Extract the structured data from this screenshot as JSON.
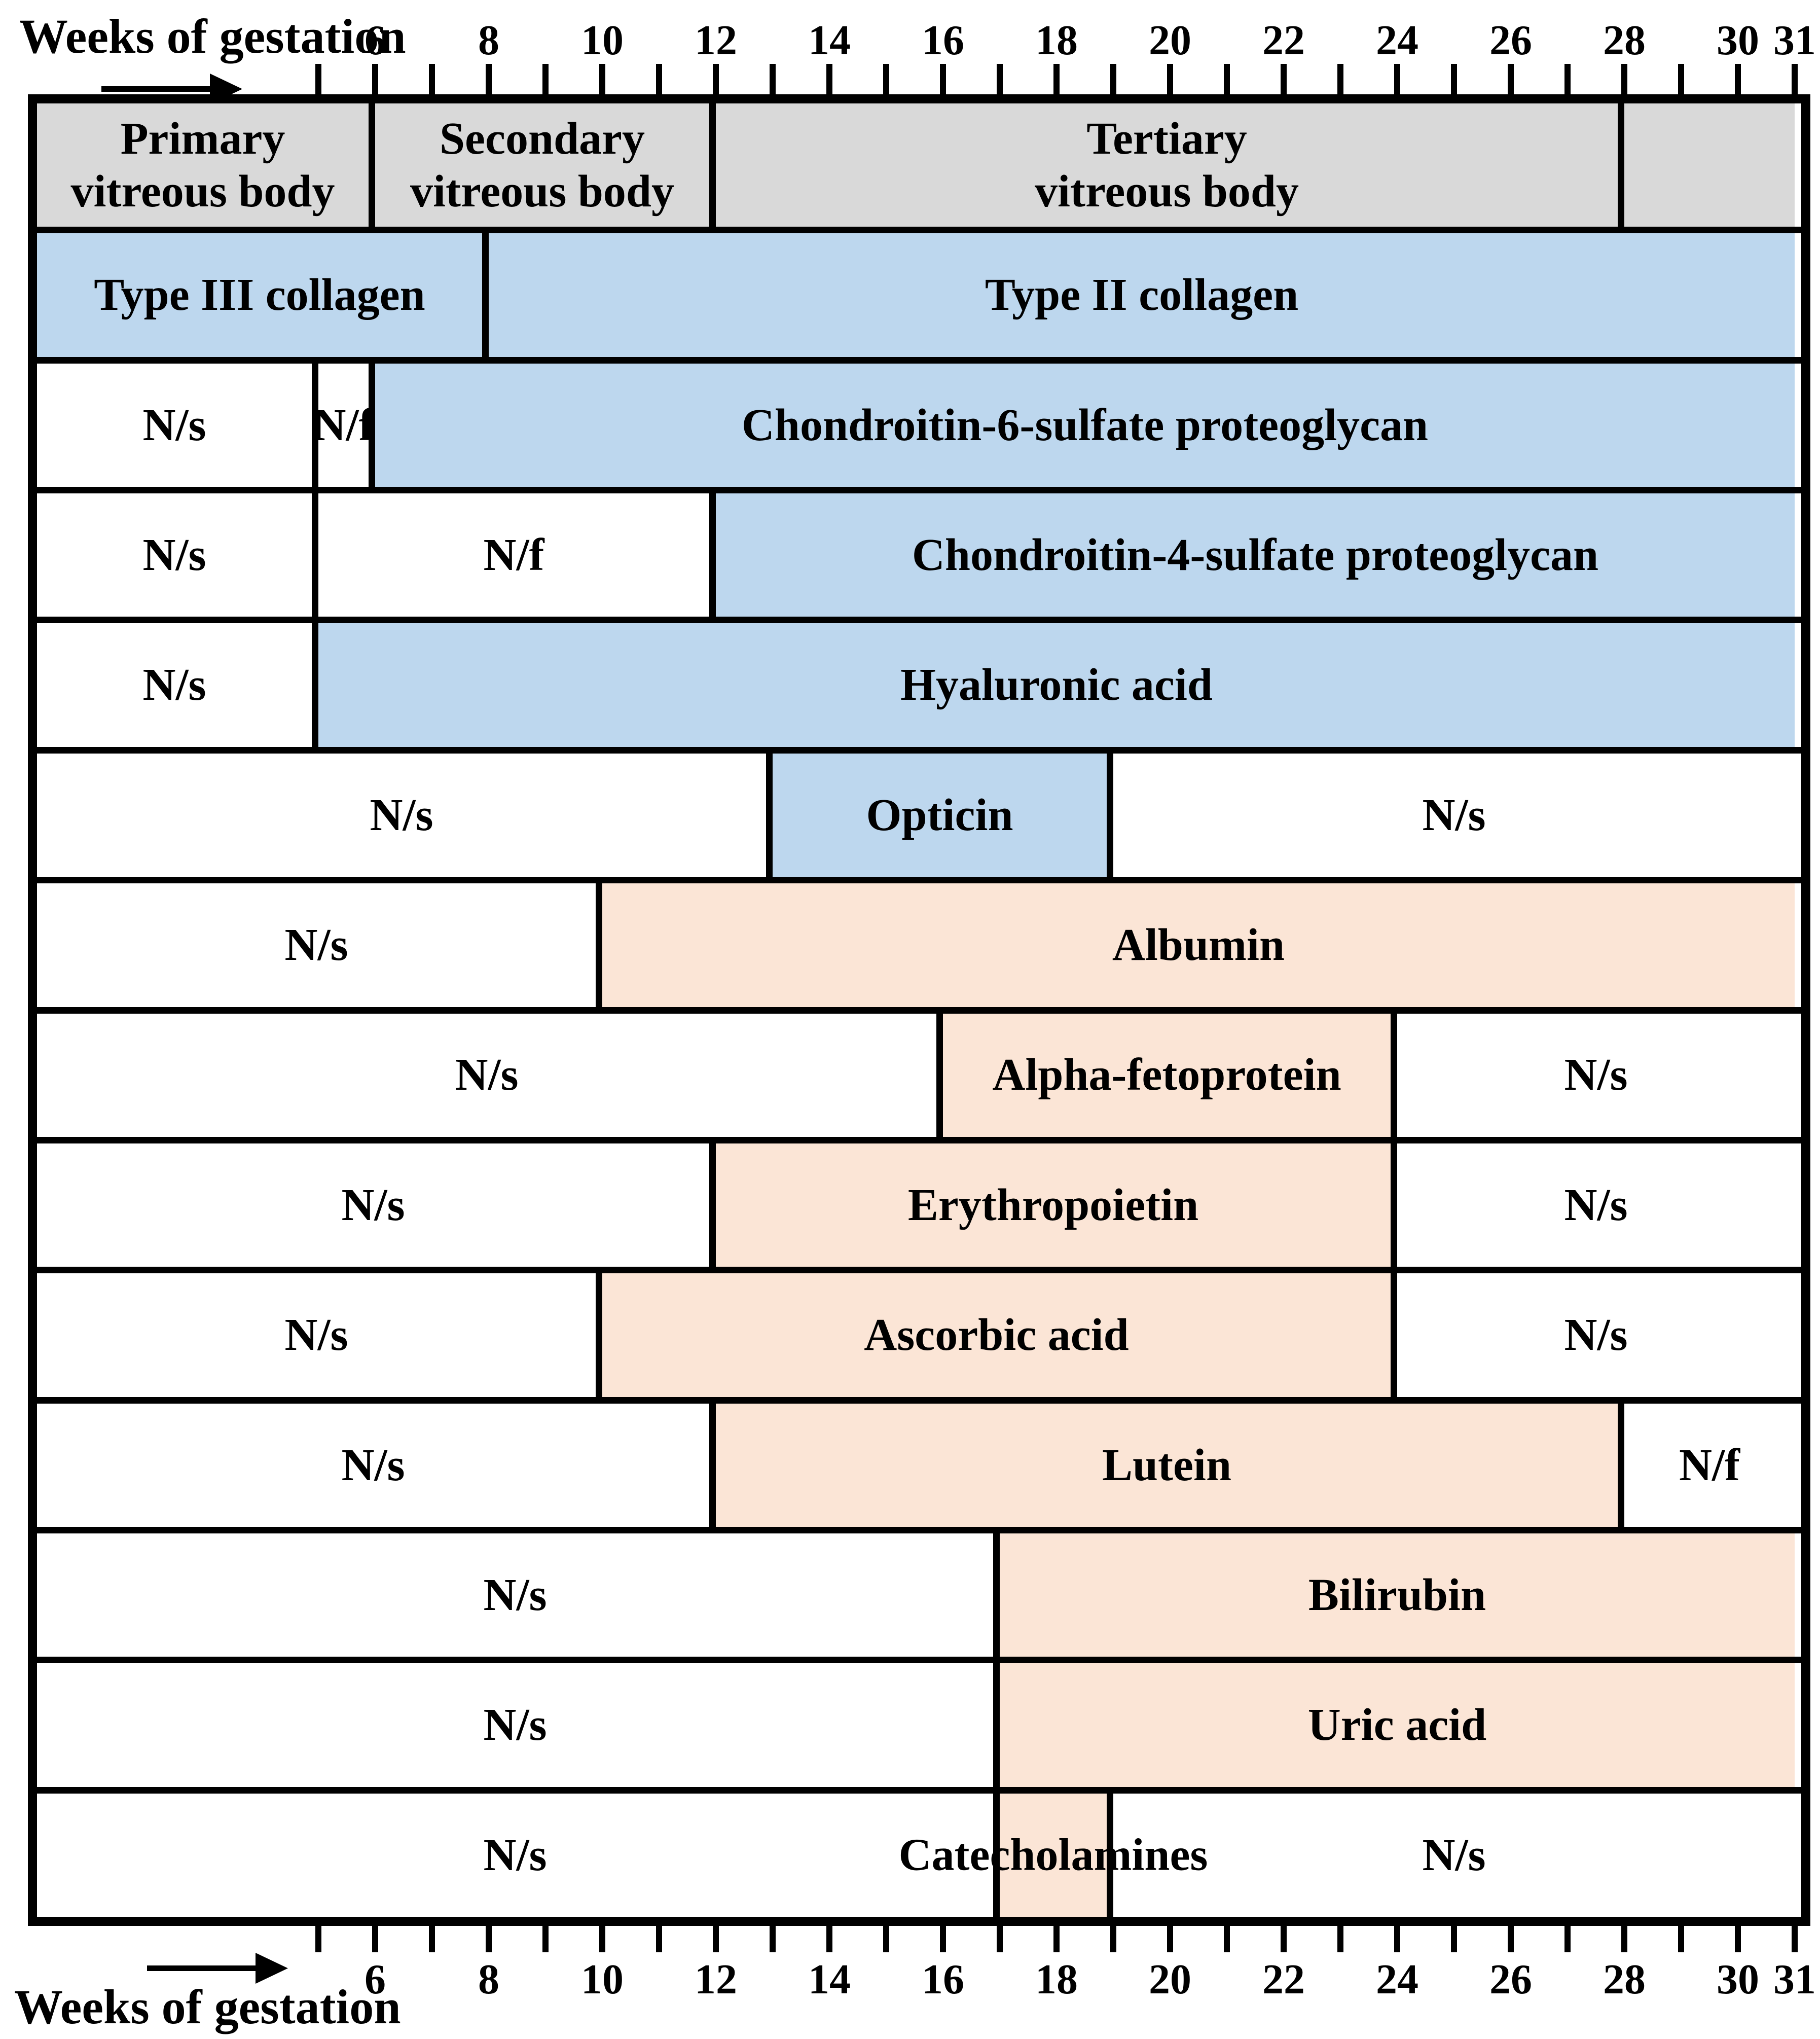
{
  "header": {
    "top_label": "Weeks of gestation",
    "bottom_label": "Weeks of gestation"
  },
  "colors": {
    "gray": "#d9d9d9",
    "blue": "#bdd7ee",
    "orange": "#fbe5d6",
    "white": "#ffffff",
    "border": "#000000",
    "background": "#ffffff"
  },
  "chart_data": {
    "type": "bar",
    "variant": "gantt-timeline",
    "title": "Weeks of gestation",
    "xlabel": "Weeks of gestation",
    "x_range": [
      5,
      31
    ],
    "tick_weeks": [
      5,
      6,
      7,
      8,
      9,
      10,
      11,
      12,
      13,
      14,
      15,
      16,
      17,
      18,
      19,
      20,
      21,
      22,
      23,
      24,
      25,
      26,
      27,
      28,
      29,
      30,
      31
    ],
    "label_weeks": [
      6,
      8,
      10,
      12,
      14,
      16,
      18,
      20,
      22,
      24,
      26,
      28,
      30,
      31
    ],
    "legend": {
      "N/s": "N/s",
      "N/f": "N/f"
    },
    "rows": [
      {
        "name": "vitreous-body-phases",
        "segments": [
          {
            "label": "Primary\nvitreous body",
            "from": 0,
            "to": 6,
            "fill": "gray"
          },
          {
            "label": "Secondary\nvitreous body",
            "from": 6,
            "to": 12,
            "fill": "gray"
          },
          {
            "label": "Tertiary\nvitreous body",
            "from": 12,
            "to": 28,
            "fill": "gray"
          },
          {
            "label": "",
            "from": 28,
            "to": 31,
            "fill": "gray"
          }
        ]
      },
      {
        "name": "collagen",
        "segments": [
          {
            "label": "Type III collagen",
            "from": 0,
            "to": 8,
            "fill": "blue"
          },
          {
            "label": "Type II collagen",
            "from": 8,
            "to": 31,
            "fill": "blue"
          }
        ]
      },
      {
        "name": "chondroitin-6-sulfate",
        "segments": [
          {
            "label": "N/s",
            "from": 0,
            "to": 5,
            "fill": "white"
          },
          {
            "label": "N/f",
            "from": 5,
            "to": 6,
            "fill": "white"
          },
          {
            "label": "Chondroitin-6-sulfate proteoglycan",
            "from": 6,
            "to": 31,
            "fill": "blue"
          }
        ]
      },
      {
        "name": "chondroitin-4-sulfate",
        "segments": [
          {
            "label": "N/s",
            "from": 0,
            "to": 5,
            "fill": "white"
          },
          {
            "label": "N/f",
            "from": 5,
            "to": 12,
            "fill": "white"
          },
          {
            "label": "Chondroitin-4-sulfate proteoglycan",
            "from": 12,
            "to": 31,
            "fill": "blue"
          }
        ]
      },
      {
        "name": "hyaluronic-acid",
        "segments": [
          {
            "label": "N/s",
            "from": 0,
            "to": 5,
            "fill": "white"
          },
          {
            "label": "Hyaluronic acid",
            "from": 5,
            "to": 31,
            "fill": "blue"
          }
        ]
      },
      {
        "name": "opticin",
        "segments": [
          {
            "label": "N/s",
            "from": 0,
            "to": 13,
            "fill": "white"
          },
          {
            "label": "Opticin",
            "from": 13,
            "to": 19,
            "fill": "blue"
          },
          {
            "label": "N/s",
            "from": 19,
            "to": 31,
            "fill": "white"
          }
        ]
      },
      {
        "name": "albumin",
        "segments": [
          {
            "label": "N/s",
            "from": 0,
            "to": 10,
            "fill": "white"
          },
          {
            "label": "Albumin",
            "from": 10,
            "to": 31,
            "fill": "orange"
          }
        ]
      },
      {
        "name": "alpha-fetoprotein",
        "segments": [
          {
            "label": "N/s",
            "from": 0,
            "to": 16,
            "fill": "white"
          },
          {
            "label": "Alpha-fetoprotein",
            "from": 16,
            "to": 24,
            "fill": "orange"
          },
          {
            "label": "N/s",
            "from": 24,
            "to": 31,
            "fill": "white"
          }
        ]
      },
      {
        "name": "erythropoietin",
        "segments": [
          {
            "label": "N/s",
            "from": 0,
            "to": 12,
            "fill": "white"
          },
          {
            "label": "Erythropoietin",
            "from": 12,
            "to": 24,
            "fill": "orange"
          },
          {
            "label": "N/s",
            "from": 24,
            "to": 31,
            "fill": "white"
          }
        ]
      },
      {
        "name": "ascorbic-acid",
        "segments": [
          {
            "label": "N/s",
            "from": 0,
            "to": 10,
            "fill": "white"
          },
          {
            "label": "Ascorbic acid",
            "from": 10,
            "to": 24,
            "fill": "orange"
          },
          {
            "label": "N/s",
            "from": 24,
            "to": 31,
            "fill": "white"
          }
        ]
      },
      {
        "name": "lutein",
        "segments": [
          {
            "label": "N/s",
            "from": 0,
            "to": 12,
            "fill": "white"
          },
          {
            "label": "Lutein",
            "from": 12,
            "to": 28,
            "fill": "orange"
          },
          {
            "label": "N/f",
            "from": 28,
            "to": 31,
            "fill": "white"
          }
        ]
      },
      {
        "name": "bilirubin",
        "segments": [
          {
            "label": "N/s",
            "from": 0,
            "to": 17,
            "fill": "white"
          },
          {
            "label": "Bilirubin",
            "from": 17,
            "to": 31,
            "fill": "orange"
          }
        ]
      },
      {
        "name": "uric-acid",
        "segments": [
          {
            "label": "N/s",
            "from": 0,
            "to": 17,
            "fill": "white"
          },
          {
            "label": "Uric acid",
            "from": 17,
            "to": 31,
            "fill": "orange"
          }
        ]
      },
      {
        "name": "catecholamines",
        "segments": [
          {
            "label": "N/s",
            "from": 0,
            "to": 17,
            "fill": "white"
          },
          {
            "label": "Catecholamines",
            "from": 17,
            "to": 19,
            "fill": "orange",
            "overflow_label": true
          },
          {
            "label": "N/s",
            "from": 19,
            "to": 31,
            "fill": "white"
          }
        ]
      }
    ]
  }
}
